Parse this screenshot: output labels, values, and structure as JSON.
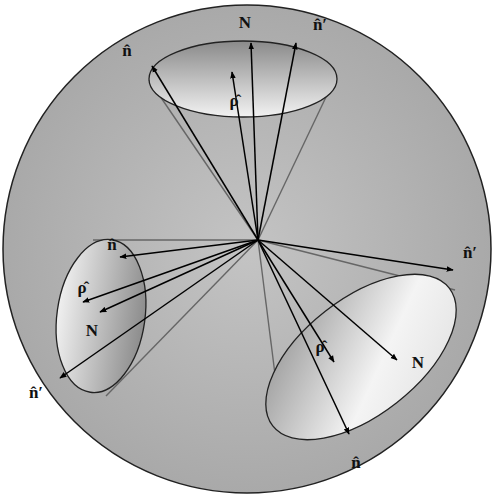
{
  "diagram": {
    "labels": [
      "N",
      "n̂",
      "n̂′",
      "ρ̂",
      "n̂",
      "ρ̂",
      "N",
      "n̂′",
      "n̂′",
      "ρ̂",
      "N",
      "n̂"
    ]
  }
}
